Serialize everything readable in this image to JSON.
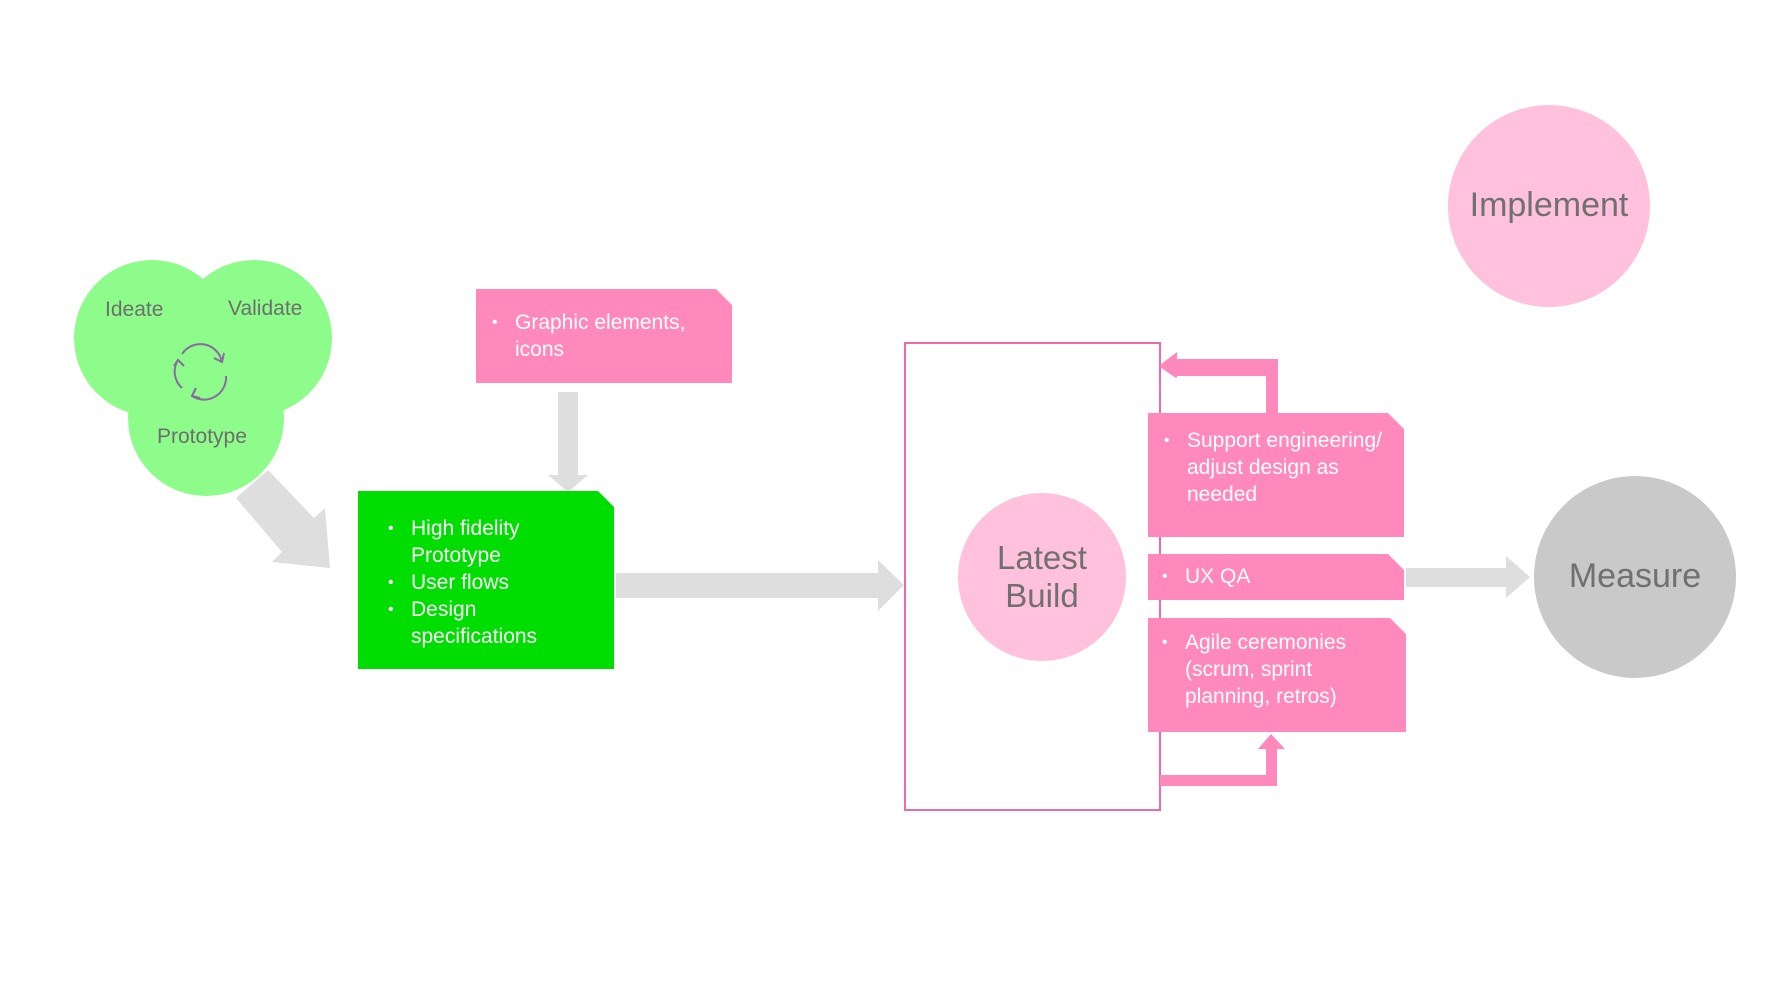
{
  "cycle": {
    "ideate": "Ideate",
    "validate": "Validate",
    "prototype": "Prototype",
    "circle_color": "#8efc8a",
    "cycle_icon": "refresh-cycle-icon"
  },
  "graphic_box": {
    "items": [
      "Graphic elements, icons"
    ],
    "color": "#ff88bd"
  },
  "deliverables_box": {
    "items": [
      "High fidelity Prototype",
      "User flows",
      "Design specifications"
    ],
    "color": "#00dd00"
  },
  "latest_build": {
    "label_line1": "Latest",
    "label_line2": "Build",
    "color": "#ffc1dc"
  },
  "implement": {
    "label": "Implement",
    "color": "#ffc1dc"
  },
  "support_box": {
    "items": [
      "Support engineering/ adjust design as needed"
    ]
  },
  "uxqa_box": {
    "items": [
      "UX QA"
    ]
  },
  "agile_box": {
    "items": [
      "Agile ceremonies (scrum, sprint planning, retros)"
    ]
  },
  "measure": {
    "label": "Measure",
    "color": "#c9c9c9"
  },
  "colors": {
    "arrow_gray": "#dedede",
    "pink_accent": "#ff88bd",
    "frame_border": "#f06aa8"
  }
}
